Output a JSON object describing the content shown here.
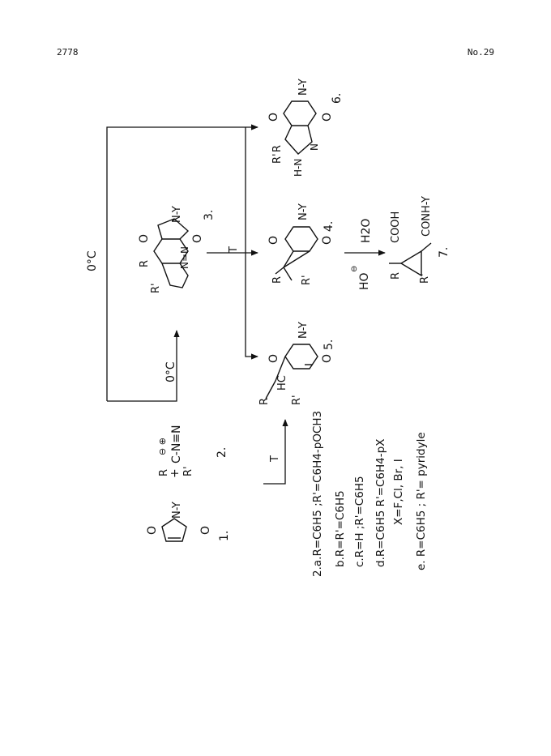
{
  "header": {
    "page_number": "2778",
    "journal_no": "No.29"
  },
  "scheme": {
    "temp_top": "0°C",
    "temp_mid": "0°C",
    "heat_label": "T",
    "compounds": {
      "c1_label": "1.",
      "c2_label": "2.",
      "c3_label": "3.",
      "c4_label": "4.",
      "c5_label": "5.",
      "c6_label": "6.",
      "c7_label": "7."
    },
    "atoms": {
      "o": "O",
      "n_y": "N-Y",
      "r": "R",
      "r_prime": "R'",
      "plus": "+",
      "diazo": "C-N≡N",
      "hc": "HC",
      "h_n": "H-N",
      "n": "N",
      "cooh": "COOH",
      "conhy": "CONH-Y",
      "ho": "HO",
      "h2o": "H2O"
    },
    "substituents": [
      "2.a.R=C6H5 ;R'=C6H4-pOCH3",
      "b.R=R'=C6H5",
      "c.R=H ;R'=C6H5",
      "d.R=C6H5 R'=C6H4-pX",
      "X=F,Cl, Br, I",
      "e. R=C6H5 ; R'= pyridyle"
    ]
  }
}
